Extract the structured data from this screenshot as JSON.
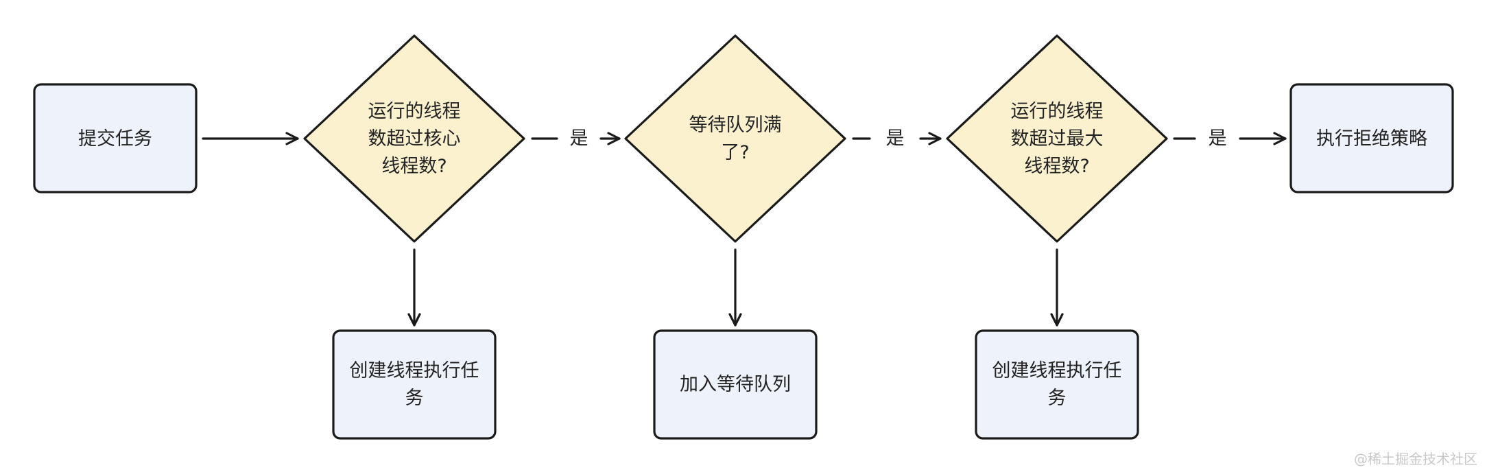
{
  "colors": {
    "process_fill": "#eef2fb",
    "decision_fill": "#fbf1cf",
    "stroke": "#1a1a1a",
    "text": "#222222"
  },
  "nodes": {
    "submit": {
      "lines": [
        "提交任务"
      ]
    },
    "decision_core": {
      "lines": [
        "运行的线程",
        "数超过核心",
        "线程数?"
      ]
    },
    "decision_queue": {
      "lines": [
        "等待队列满",
        "了?"
      ]
    },
    "decision_max": {
      "lines": [
        "运行的线程",
        "数超过最大",
        "线程数?"
      ]
    },
    "reject": {
      "lines": [
        "执行拒绝策略"
      ]
    },
    "create_thread_1": {
      "lines": [
        "创建线程执行任",
        "务"
      ]
    },
    "enqueue": {
      "lines": [
        "加入等待队列"
      ]
    },
    "create_thread_2": {
      "lines": [
        "创建线程执行任",
        "务"
      ]
    }
  },
  "edges": {
    "yes_label": "是"
  },
  "watermark": "@稀土掘金技术社区"
}
